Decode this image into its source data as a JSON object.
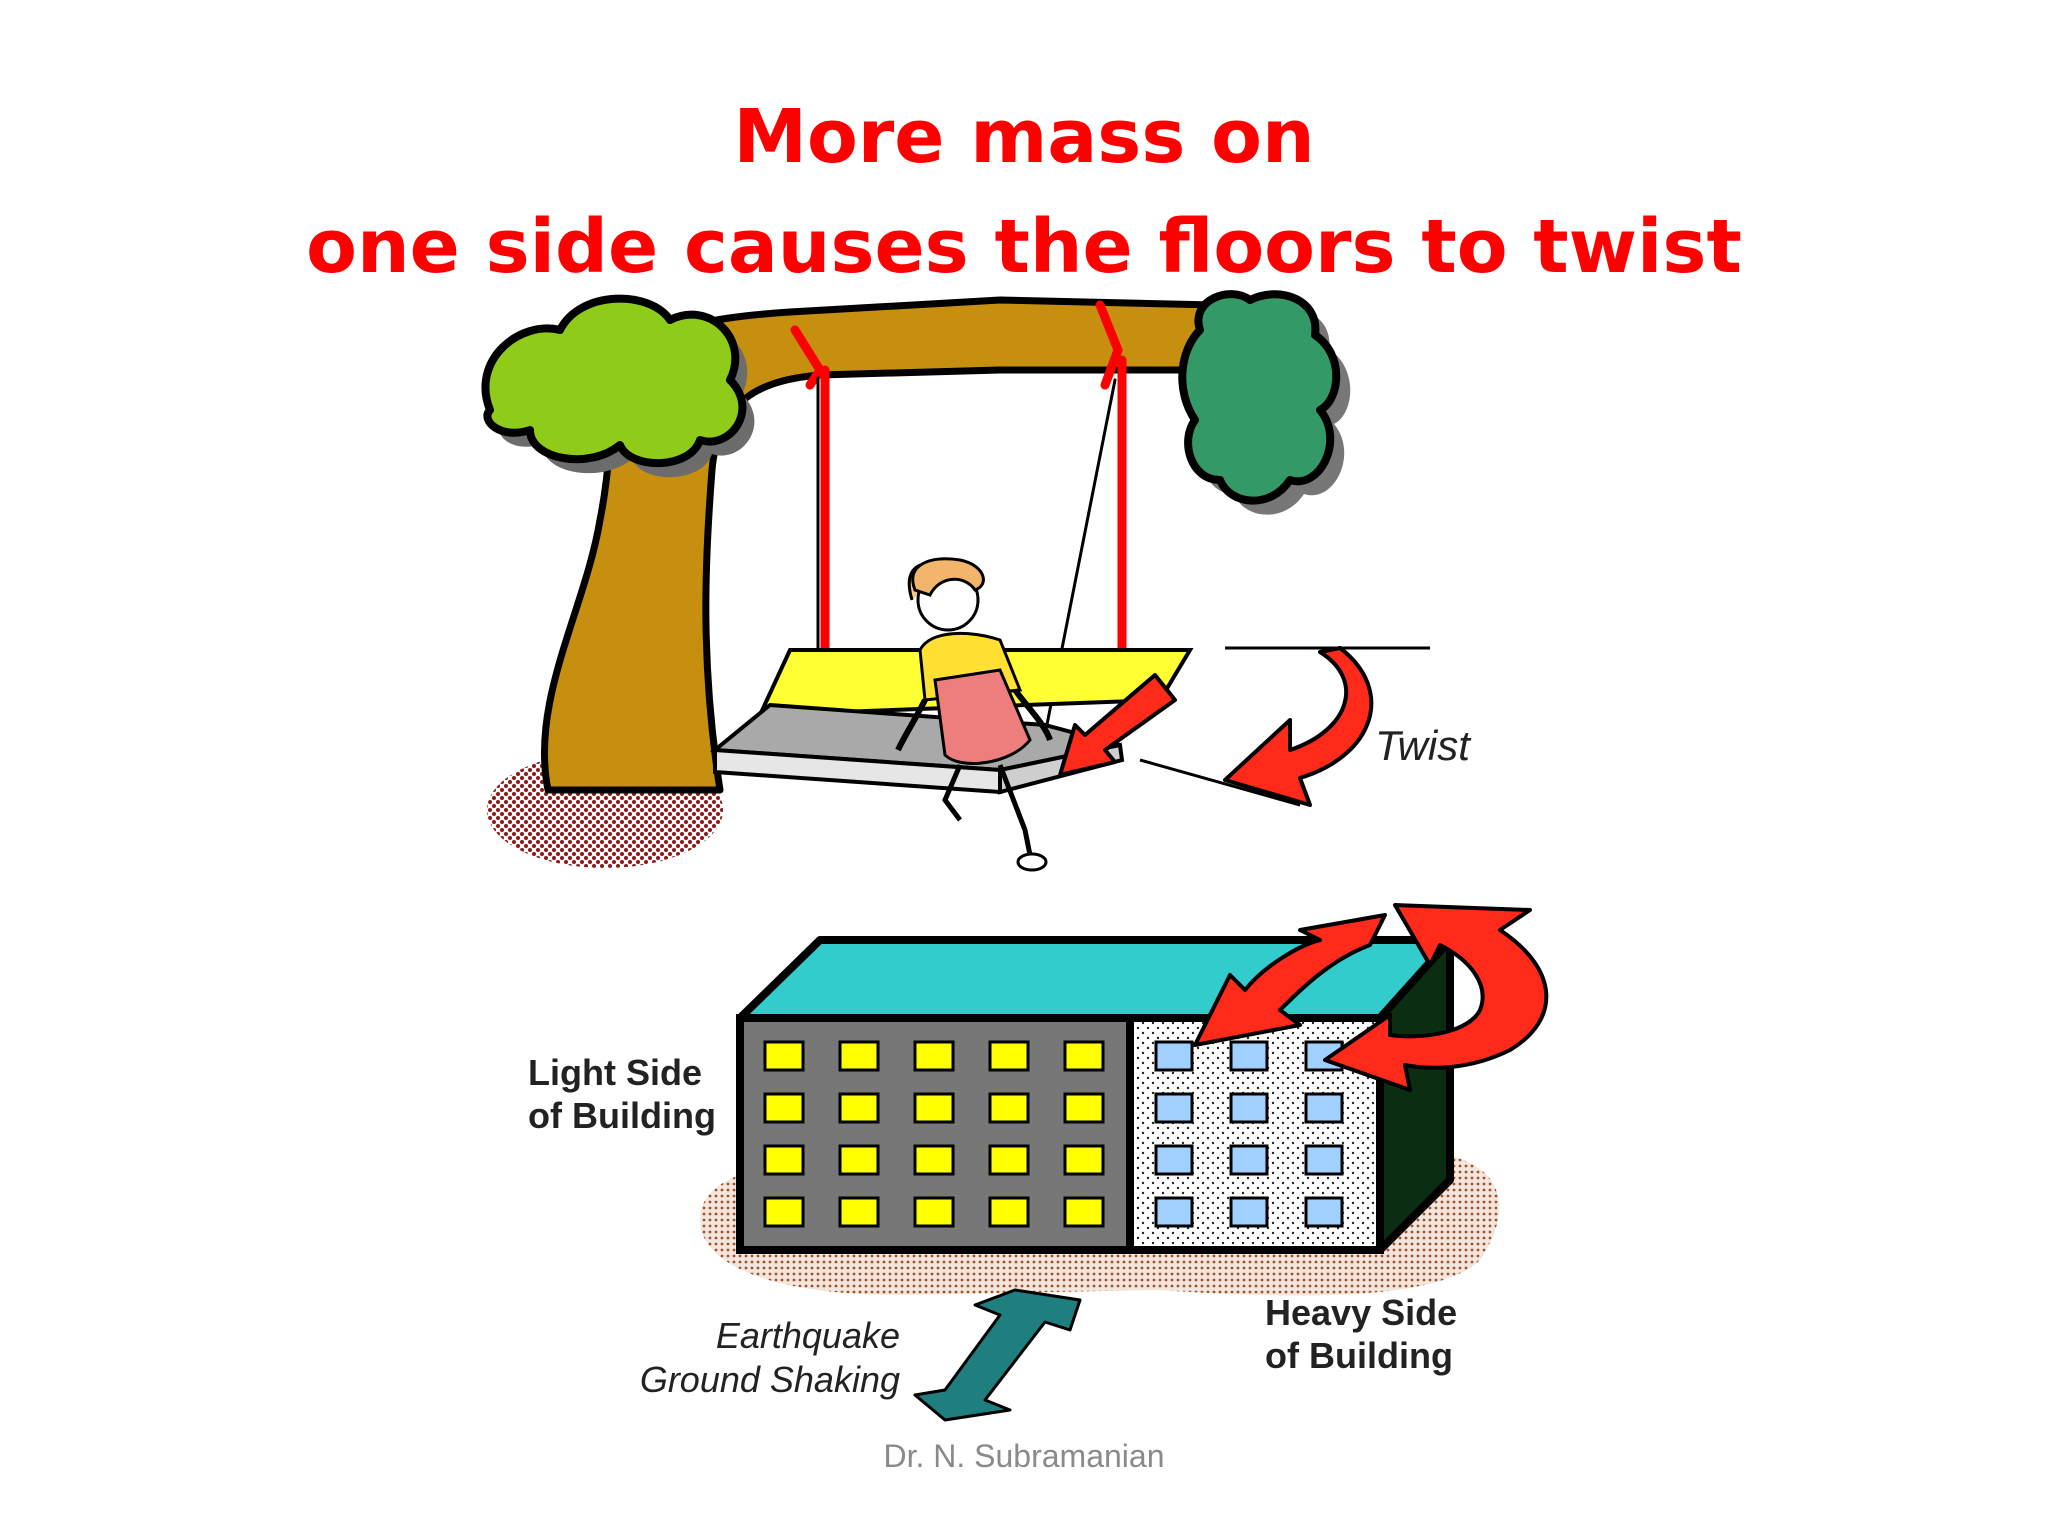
{
  "title": {
    "line1": "More mass on",
    "line2": "one side causes the floors to twist"
  },
  "labels": {
    "twist": "Twist",
    "light_side_line1": "Light Side",
    "light_side_line2": "of Building",
    "heavy_side_line1": "Heavy Side",
    "heavy_side_line2": "of Building",
    "earthquake_line1": "Earthquake",
    "earthquake_line2": "Ground Shaking"
  },
  "footer": {
    "author": "Dr. N. Subramanian"
  },
  "colors": {
    "title": "#ff0000",
    "arrow": "#ff2a1a",
    "roof": "#33cccc",
    "light_side_wall": "#777777",
    "light_window": "#ffff00",
    "heavy_window": "#9fd0ff",
    "ground_arrow": "#1f7f7f",
    "trunk": "#c68f0f",
    "leaves_left": "#8fcc1a",
    "leaves_right": "#339966"
  }
}
